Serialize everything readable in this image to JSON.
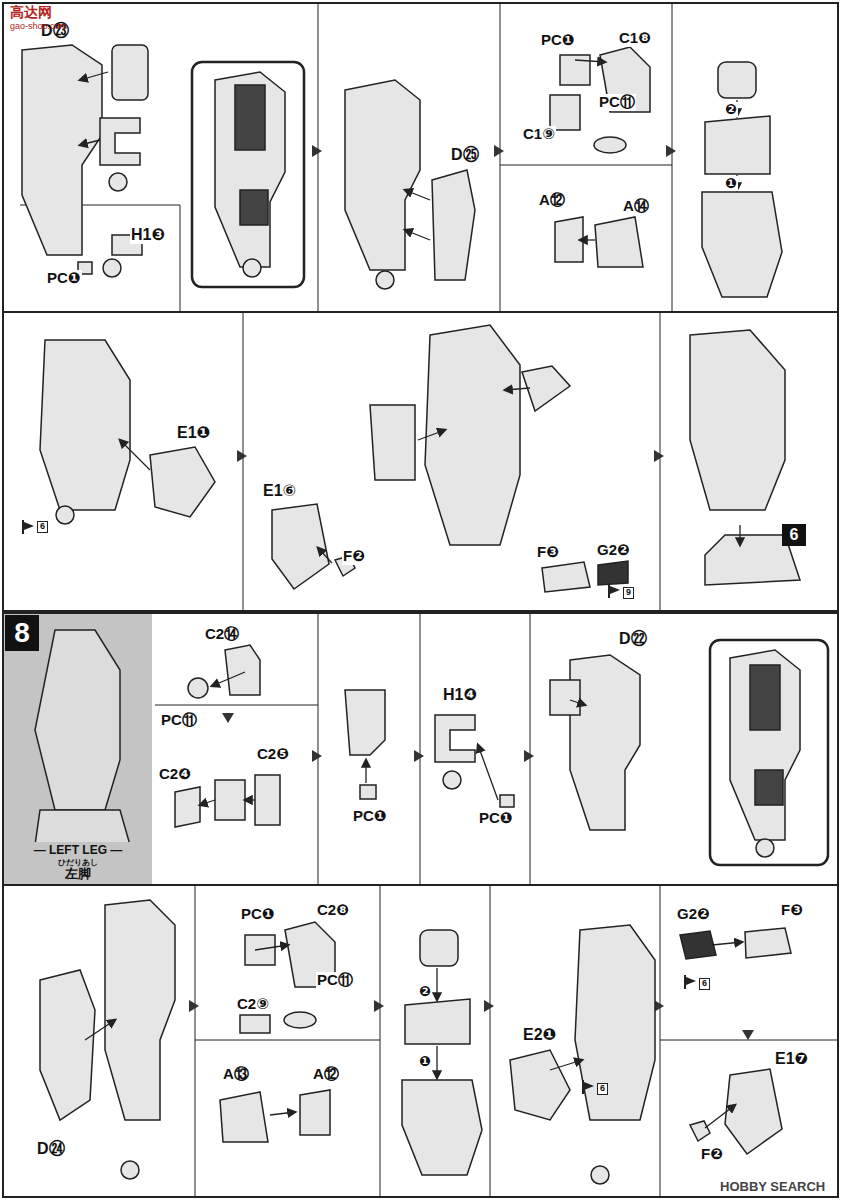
{
  "diagram": {
    "nodes": [
      {
        "text": [
          "8"
        ]
      },
      {
        "text": [
          "6"
        ]
      },
      {
        "text": [
          "— LEFT LEG —",
          "ひだりあし",
          "左脚"
        ]
      }
    ],
    "labels": [
      "D㉓",
      "H1❸",
      "PC❶",
      "D㉕",
      "PC❶",
      "C1❽",
      "C1⑨",
      "PC⑪",
      "A⑫",
      "A⑭",
      "❷",
      "❶",
      "E1❶",
      "E1⑥",
      "F❷",
      "F❸",
      "G2❷",
      "6",
      "9",
      "C2⑭",
      "PC⑪",
      "C2❺",
      "C2❹",
      "PC❶",
      "H1❹",
      "PC❶",
      "D㉒",
      "D㉔",
      "PC❶",
      "C2❽",
      "C2⑨",
      "PC⑪",
      "A⑬",
      "A⑫",
      "❷",
      "❶",
      "E2❶",
      "6",
      "G2❷",
      "F❸",
      "6",
      "E1❼",
      "F❷",
      "高达网",
      "gao-shop.com",
      "HOBBY SEARCH"
    ]
  }
}
